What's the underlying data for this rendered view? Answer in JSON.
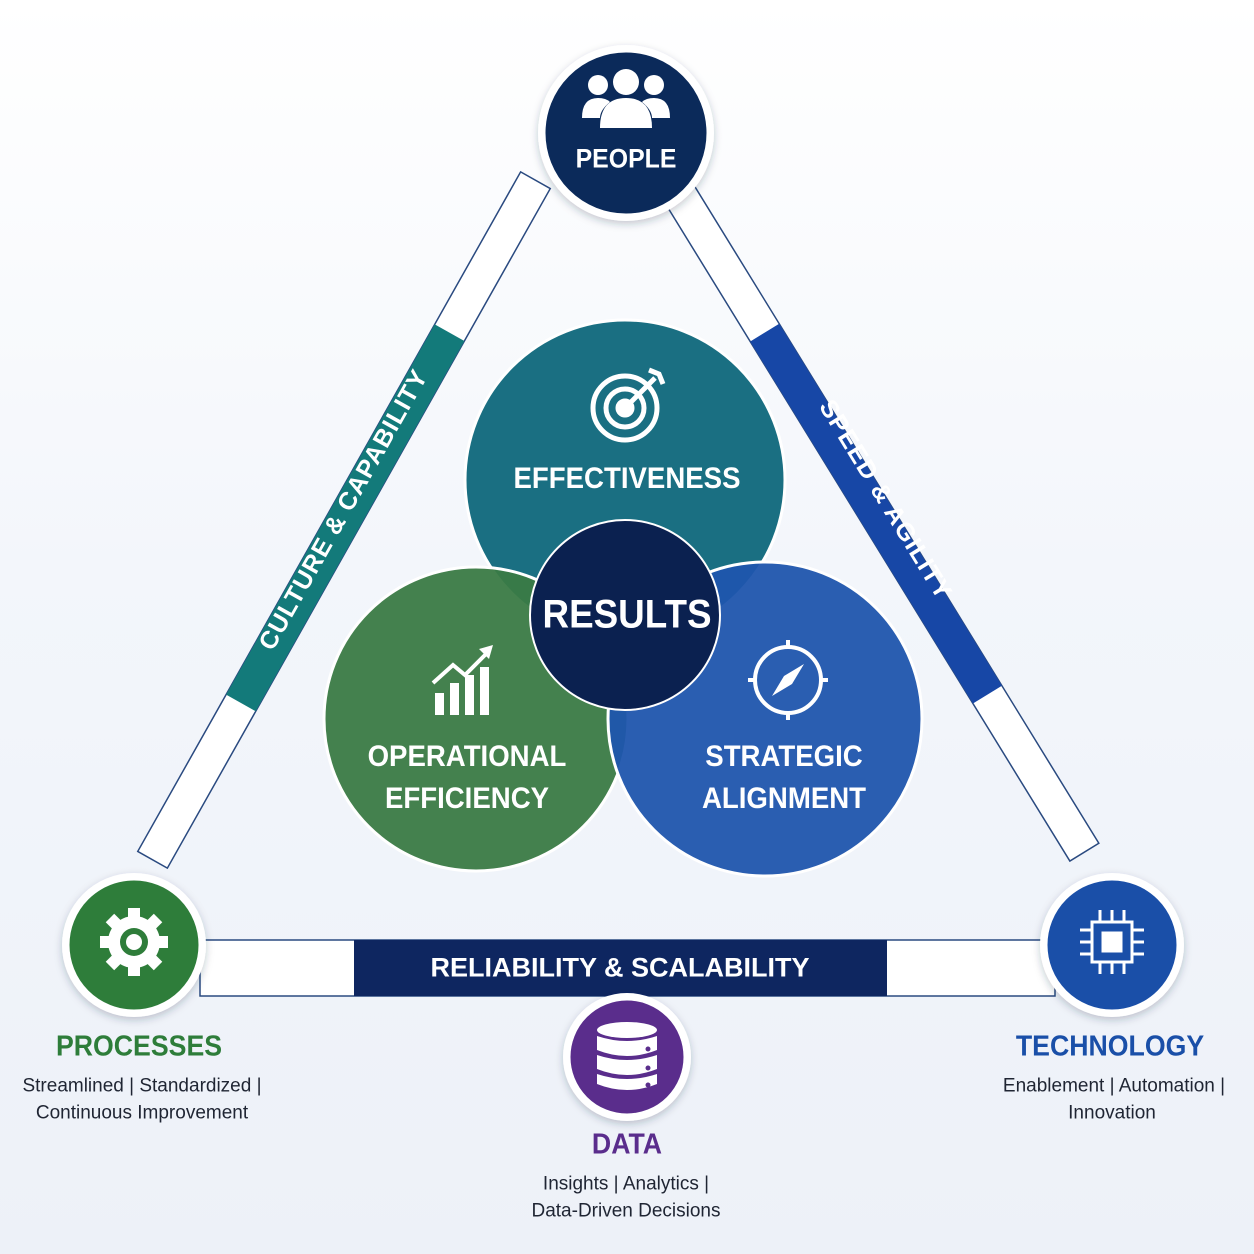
{
  "diagram": {
    "top_node": {
      "title": "PEOPLE",
      "icon": "people-group-icon",
      "color": "#0b2a5a"
    },
    "left_node": {
      "title": "PROCESSES",
      "icon": "gear-icon",
      "color": "#2e7d3a",
      "subtitle_line1": "Streamlined  |  Standardized  |",
      "subtitle_line2": "Continuous Improvement"
    },
    "right_node": {
      "title": "TECHNOLOGY",
      "icon": "chip-icon",
      "color": "#1a4fa8",
      "subtitle_line1": "Enablement  |  Automation  |",
      "subtitle_line2": "Innovation"
    },
    "bottom_node": {
      "title": "DATA",
      "icon": "database-icon",
      "color": "#5a2d8c",
      "subtitle_line1": "Insights  |  Analytics  |",
      "subtitle_line2": "Data-Driven Decisions"
    },
    "edges": {
      "left": {
        "label": "CULTURE & CAPABILITY",
        "color": "#137a7a"
      },
      "right": {
        "label": "SPEED & AGILITY",
        "color": "#1747a6"
      },
      "bottom": {
        "label": "RELIABILITY & SCALABILITY",
        "color": "#0e2660"
      }
    },
    "circles": {
      "top": {
        "label": "EFFECTIVENESS",
        "icon": "target-icon",
        "color": "#1a6f82"
      },
      "left": {
        "line1": "OPERATIONAL",
        "line2": "EFFICIENCY",
        "icon": "growth-chart-icon",
        "color": "#3a7a45"
      },
      "right": {
        "line1": "STRATEGIC",
        "line2": "ALIGNMENT",
        "icon": "compass-icon",
        "color": "#1f55ad"
      },
      "center": {
        "label": "RESULTS",
        "color": "#0b2150"
      }
    }
  }
}
